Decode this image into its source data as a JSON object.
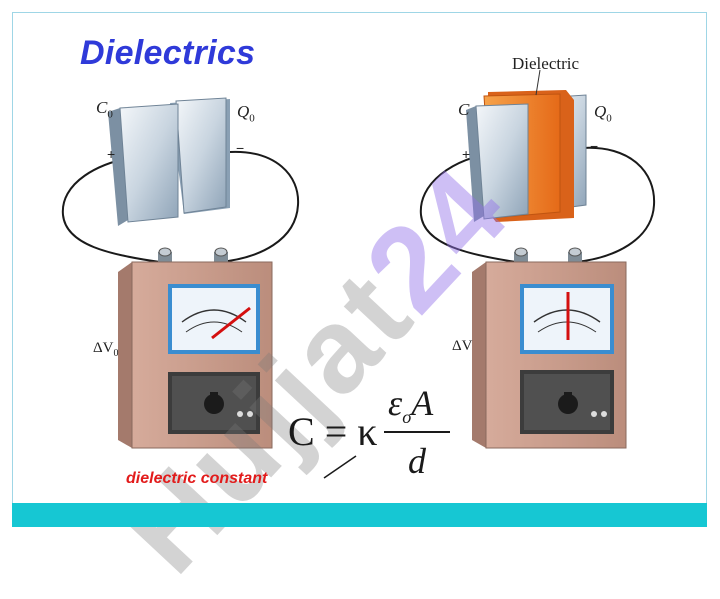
{
  "slide": {
    "title": "Dielectrics",
    "watermark": {
      "main": "Hujjat",
      "accent": "24"
    },
    "left_setup": {
      "capacitance_label": "C",
      "capacitance_sub": "0",
      "charge_label": "Q",
      "charge_sub": "0",
      "plus": "+",
      "minus": "−",
      "voltage_label": "ΔV",
      "voltage_sub": "0"
    },
    "right_setup": {
      "dielectric_label": "Dielectric",
      "capacitance_label": "C",
      "charge_label": "Q",
      "charge_sub": "0",
      "plus": "+",
      "minus": "−",
      "voltage_label": "ΔV"
    },
    "formula": {
      "lhs": "C",
      "equals": "=",
      "kappa": "κ",
      "numerator_eps": "ε",
      "numerator_sub": "o",
      "numerator_area": "A",
      "denominator": "d"
    },
    "annotation": "dielectric constant"
  },
  "colors": {
    "title": "#2f3ad9",
    "annotation": "#e21b1b",
    "footer_bar": "#16c7d3",
    "dielectric_slab": "#f07f2a",
    "meter_body": "#c79c8c",
    "needle": "#d40f0f"
  }
}
